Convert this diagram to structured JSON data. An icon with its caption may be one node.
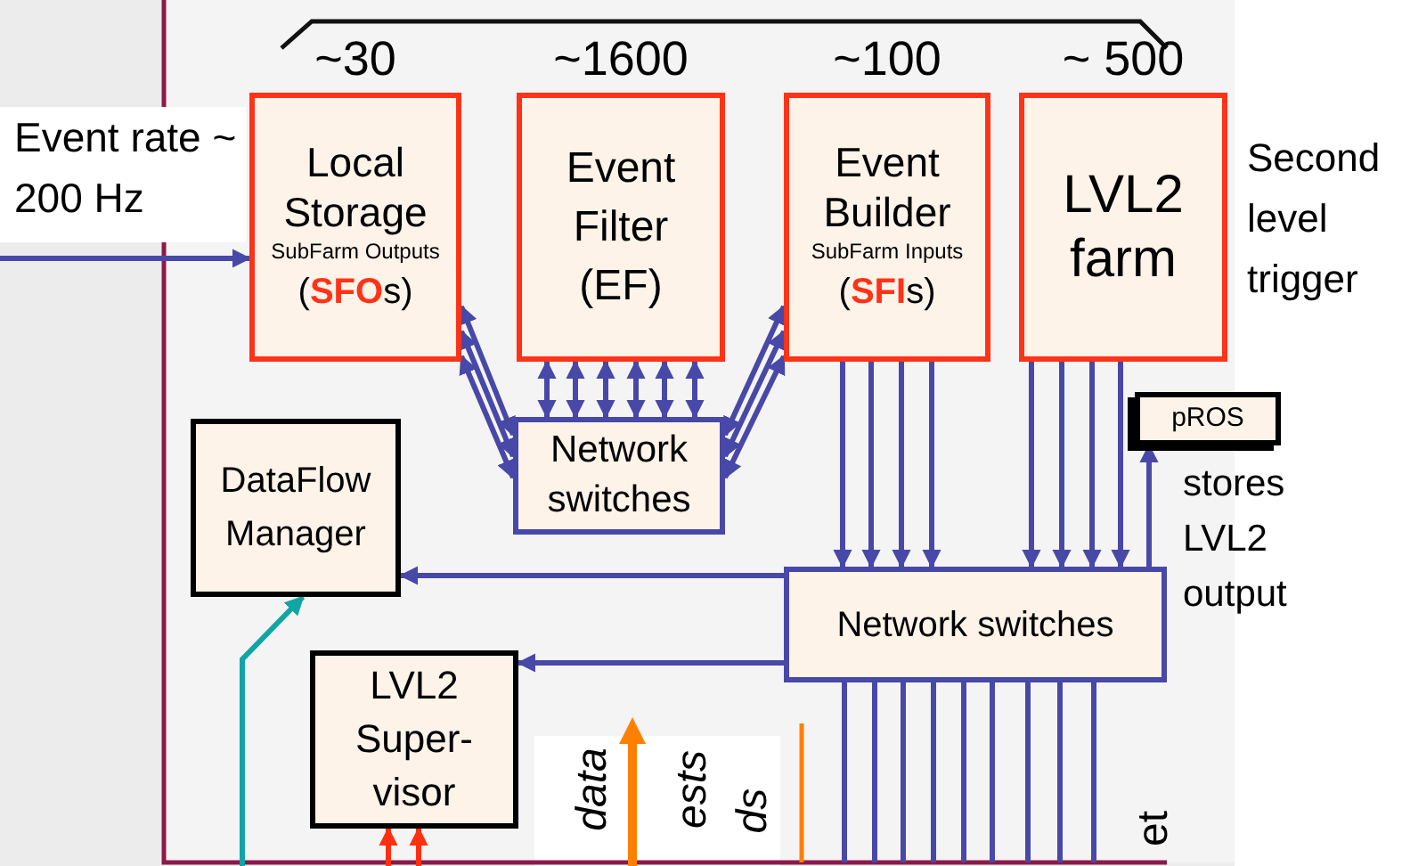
{
  "diagram": {
    "nodes": [
      {
        "text": [
          "Local Storage",
          "SubFarm Outputs",
          "(**SFO**s)"
        ],
        "beside": [
          "~30"
        ]
      },
      {
        "text": [
          "Event Filter (EF)"
        ],
        "beside": [
          "~1600"
        ]
      },
      {
        "text": [
          "Event Builder",
          "SubFarm Inputs",
          "(**SFI**s)"
        ],
        "beside": [
          "~100"
        ]
      },
      {
        "text": [
          "LVL2 farm"
        ],
        "beside": [
          "~ 500",
          "Second level trigger"
        ]
      },
      {
        "text": [
          "Network switches"
        ]
      },
      {
        "text": [
          "pROS"
        ],
        "beside": [
          "stores LVL2 output"
        ]
      },
      {
        "text": [
          "DataFlow Manager"
        ]
      },
      {
        "text": [
          "Network switches"
        ]
      },
      {
        "text": [
          "LVL2 Super- visor"
        ]
      }
    ],
    "edges": [
      {
        "from": null,
        "to": 0,
        "arrow": "to"
      },
      {
        "from": 0,
        "to": 4,
        "arrow": "both"
      },
      {
        "from": 0,
        "to": 4,
        "arrow": "both"
      },
      {
        "from": 0,
        "to": 4,
        "arrow": "both"
      },
      {
        "from": 1,
        "to": 4,
        "arrow": "both"
      },
      {
        "from": 1,
        "to": 4,
        "arrow": "both"
      },
      {
        "from": 1,
        "to": 4,
        "arrow": "both"
      },
      {
        "from": 1,
        "to": 4,
        "arrow": "both"
      },
      {
        "from": 1,
        "to": 4,
        "arrow": "both"
      },
      {
        "from": 1,
        "to": 4,
        "arrow": "both"
      },
      {
        "from": 4,
        "to": 2,
        "arrow": "both"
      },
      {
        "from": 4,
        "to": 2,
        "arrow": "both"
      },
      {
        "from": 4,
        "to": 2,
        "arrow": "both"
      },
      {
        "from": 2,
        "to": 7,
        "arrow": "to"
      },
      {
        "from": 2,
        "to": 7,
        "arrow": "to"
      },
      {
        "from": 2,
        "to": 7,
        "arrow": "to"
      },
      {
        "from": 2,
        "to": 7,
        "arrow": "to"
      },
      {
        "from": 3,
        "to": 7,
        "arrow": "to"
      },
      {
        "from": 3,
        "to": 7,
        "arrow": "to"
      },
      {
        "from": 3,
        "to": 7,
        "arrow": "to"
      },
      {
        "from": 3,
        "to": 7,
        "arrow": "to"
      },
      {
        "from": 7,
        "to": 5,
        "arrow": "to"
      },
      {
        "from": 7,
        "to": 6,
        "arrow": "to"
      },
      {
        "from": 7,
        "to": 8,
        "arrow": "to"
      },
      {
        "from": 7,
        "to": null,
        "arrow": "none"
      },
      {
        "from": 7,
        "to": null,
        "arrow": "none"
      },
      {
        "from": 7,
        "to": null,
        "arrow": "none"
      },
      {
        "from": 7,
        "to": null,
        "arrow": "none"
      },
      {
        "from": 7,
        "to": null,
        "arrow": "none"
      },
      {
        "from": 7,
        "to": null,
        "arrow": "none"
      },
      {
        "from": 7,
        "to": null,
        "arrow": "none"
      },
      {
        "from": 7,
        "to": null,
        "arrow": "none"
      },
      {
        "from": 7,
        "to": null,
        "arrow": "none"
      },
      {
        "from": null,
        "to": 6,
        "arrow": "to",
        "color": "#12a5a5"
      },
      {
        "from": null,
        "to": 8,
        "arrow": "to",
        "color": "#ff3010"
      },
      {
        "from": null,
        "to": 8,
        "arrow": "to",
        "color": "#ff3010"
      }
    ],
    "labels": [
      "Event rate ~ 200 Hz",
      "data",
      "ests",
      "ds",
      "et"
    ]
  }
}
